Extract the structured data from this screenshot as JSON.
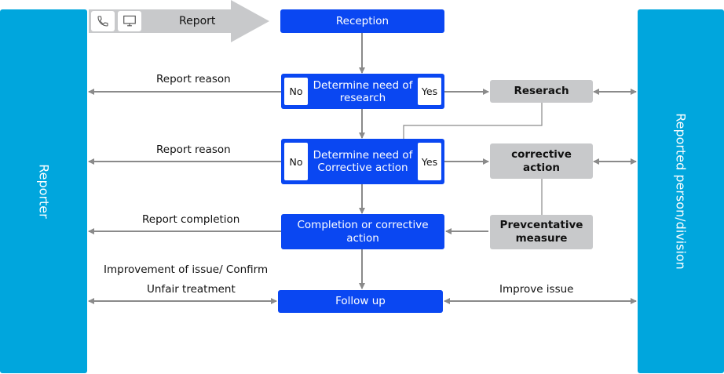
{
  "left_panel": {
    "label": "Reporter"
  },
  "right_panel": {
    "label": "Reported person/division"
  },
  "banner": {
    "label": "Report"
  },
  "nodes": {
    "reception": "Reception",
    "decision_research": {
      "text": "Determine need of research",
      "no": "No",
      "yes": "Yes"
    },
    "decision_corrective": {
      "text": "Determine need of Corrective action",
      "no": "No",
      "yes": "Yes"
    },
    "completion": "Completion or corrective action",
    "follow_up": "Follow up",
    "research": "Reserach",
    "corrective": "corrective action",
    "preventative": "Prevcentative measure"
  },
  "edge_labels": {
    "report_reason_1": "Report reason",
    "report_reason_2": "Report reason",
    "report_completion": "Report completion",
    "improvement_confirm": "Improvement of issue/ Confirm",
    "unfair_treatment": "Unfair treatment",
    "improve_issue": "Improve issue"
  },
  "icons": [
    "phone-icon",
    "monitor-icon"
  ],
  "colors": {
    "side_panel": "#00a6dd",
    "process_box": "#0a47f2",
    "gray_box": "#c8c9cb",
    "arrow": "#8a8a8a"
  }
}
